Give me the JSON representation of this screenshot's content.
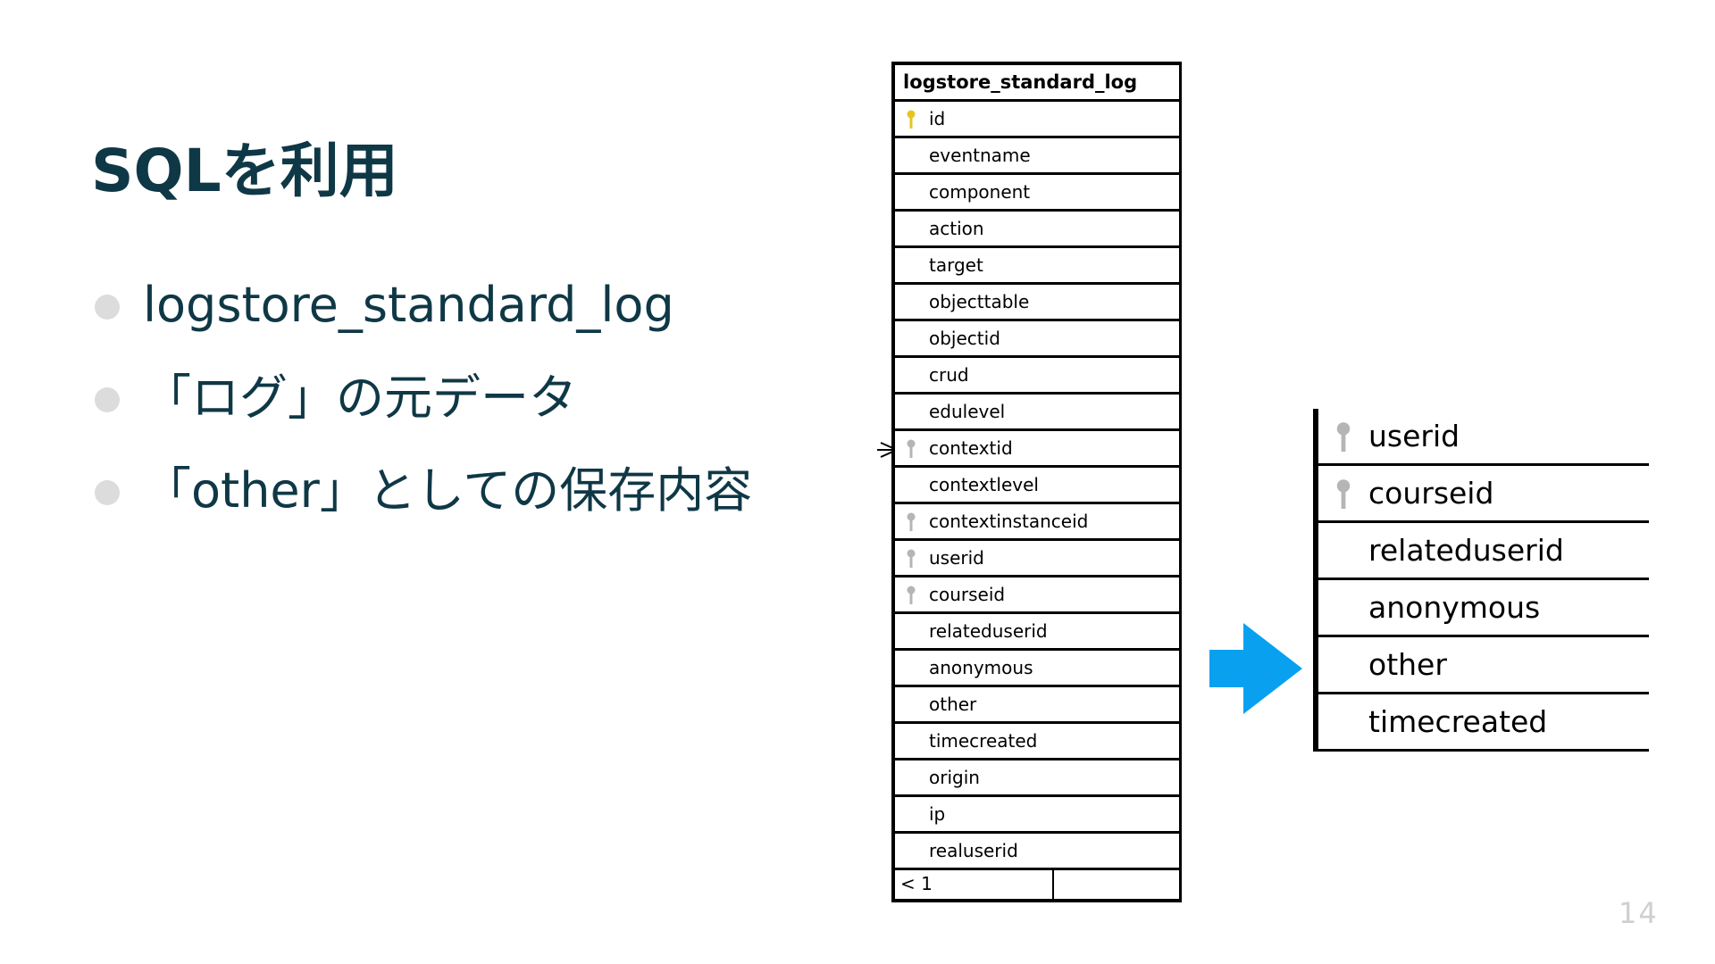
{
  "slide": {
    "title": "SQLを利用",
    "bullets": [
      "logstore_standard_log",
      "「ログ」の元データ",
      "「other」としての保存内容"
    ],
    "page_number": "14"
  },
  "colors": {
    "title": "#0f3846",
    "bullet_dot": "#dcdcdc",
    "primary_key": "#e6c61e",
    "foreign_key": "#b5b5b5",
    "arrow": "#0aa0f0"
  },
  "schema_table": {
    "name": "logstore_standard_log",
    "fields": [
      {
        "name": "id",
        "key": "primary"
      },
      {
        "name": "eventname",
        "key": "none"
      },
      {
        "name": "component",
        "key": "none"
      },
      {
        "name": "action",
        "key": "none"
      },
      {
        "name": "target",
        "key": "none"
      },
      {
        "name": "objecttable",
        "key": "none"
      },
      {
        "name": "objectid",
        "key": "none"
      },
      {
        "name": "crud",
        "key": "none"
      },
      {
        "name": "edulevel",
        "key": "none"
      },
      {
        "name": "contextid",
        "key": "foreign"
      },
      {
        "name": "contextlevel",
        "key": "none"
      },
      {
        "name": "contextinstanceid",
        "key": "foreign"
      },
      {
        "name": "userid",
        "key": "foreign"
      },
      {
        "name": "courseid",
        "key": "foreign"
      },
      {
        "name": "relateduserid",
        "key": "none"
      },
      {
        "name": "anonymous",
        "key": "none"
      },
      {
        "name": "other",
        "key": "none"
      },
      {
        "name": "timecreated",
        "key": "none"
      },
      {
        "name": "origin",
        "key": "none"
      },
      {
        "name": "ip",
        "key": "none"
      },
      {
        "name": "realuserid",
        "key": "none"
      }
    ],
    "footer_left": "< 1",
    "footer_right": ""
  },
  "zoomed_table": {
    "fields": [
      {
        "name": "userid",
        "key": "foreign"
      },
      {
        "name": "courseid",
        "key": "foreign"
      },
      {
        "name": "relateduserid",
        "key": "none"
      },
      {
        "name": "anonymous",
        "key": "none"
      },
      {
        "name": "other",
        "key": "none"
      },
      {
        "name": "timecreated",
        "key": "none"
      }
    ]
  }
}
